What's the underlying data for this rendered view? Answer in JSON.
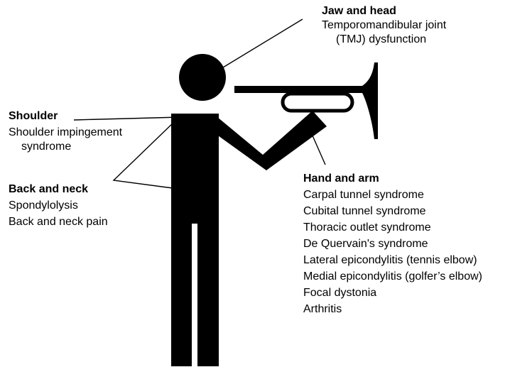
{
  "colors": {
    "figure": "#000000",
    "background": "#ffffff"
  },
  "labels": {
    "jaw": {
      "heading": "Jaw and head",
      "lines": [
        "Temporomandibular joint",
        "(TMJ) dysfunction"
      ]
    },
    "shoulder": {
      "heading": "Shoulder",
      "lines": [
        "Shoulder impingement",
        "syndrome"
      ]
    },
    "back": {
      "heading": "Back and neck",
      "lines": [
        "Spondylolysis",
        "Back and neck pain"
      ]
    },
    "hand": {
      "heading": "Hand and arm",
      "lines": [
        "Carpal tunnel syndrome",
        "Cubital tunnel syndrome",
        "Thoracic outlet syndrome",
        "De Quervain's syndrome",
        "Lateral epicondylitis (tennis elbow)",
        "Medial epicondylitis (golfer’s elbow)",
        "Focal dystonia",
        "Arthritis"
      ]
    }
  }
}
